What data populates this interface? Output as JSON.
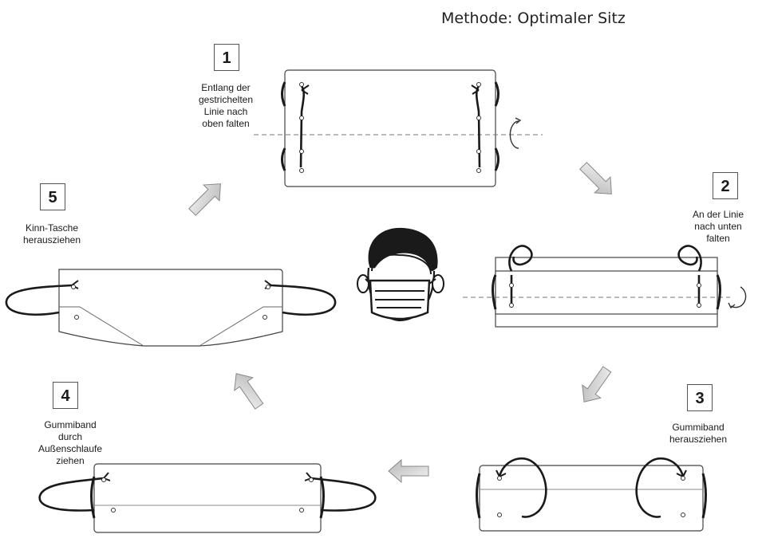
{
  "title": "Methode: Optimaler Sitz",
  "steps": [
    {
      "number": "1",
      "lines": [
        "Entlang der",
        "gestrichelten",
        "Linie nach",
        "oben falten"
      ]
    },
    {
      "number": "2",
      "lines": [
        "An der Linie",
        "nach unten",
        "falten"
      ]
    },
    {
      "number": "3",
      "lines": [
        "Gummiband",
        "herausziehen"
      ]
    },
    {
      "number": "4",
      "lines": [
        "Gummiband",
        "durch",
        "Außenschlaufe",
        "ziehen"
      ]
    },
    {
      "number": "5",
      "lines": [
        "Kinn-Tasche",
        "herausziehen"
      ]
    }
  ],
  "icons": [
    "rotate-arrow-icon",
    "step-arrow-icon",
    "masked-person-icon"
  ],
  "colors": {
    "line": "#1a1a1a",
    "mask_outline": "#444444",
    "arrow_fill": "#d0d0d0"
  }
}
